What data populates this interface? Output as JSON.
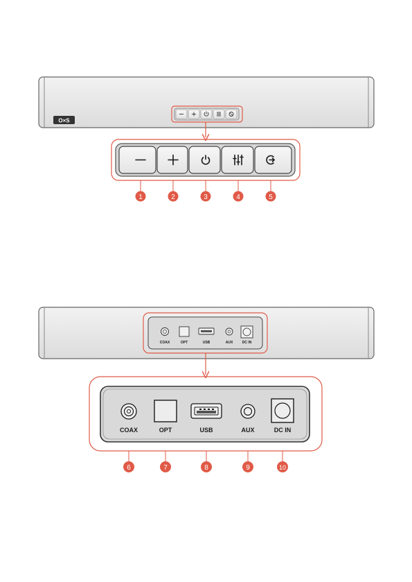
{
  "brand_logo": "O×S",
  "accent_color": "#e05a47",
  "top_panel": {
    "buttons": [
      {
        "icon": "minus-icon",
        "callout": "1"
      },
      {
        "icon": "plus-icon",
        "callout": "2"
      },
      {
        "icon": "power-icon",
        "callout": "3"
      },
      {
        "icon": "equalizer-icon",
        "callout": "4"
      },
      {
        "icon": "source-icon",
        "callout": "5"
      }
    ]
  },
  "rear_panel": {
    "ports": [
      {
        "label": "COAX",
        "icon": "coax-port-icon",
        "callout": "6"
      },
      {
        "label": "OPT",
        "icon": "optical-port-icon",
        "callout": "7"
      },
      {
        "label": "USB",
        "icon": "usb-port-icon",
        "callout": "8"
      },
      {
        "label": "AUX",
        "icon": "aux-port-icon",
        "callout": "9"
      },
      {
        "label": "DC IN",
        "icon": "dc-in-port-icon",
        "callout": "10"
      }
    ]
  }
}
